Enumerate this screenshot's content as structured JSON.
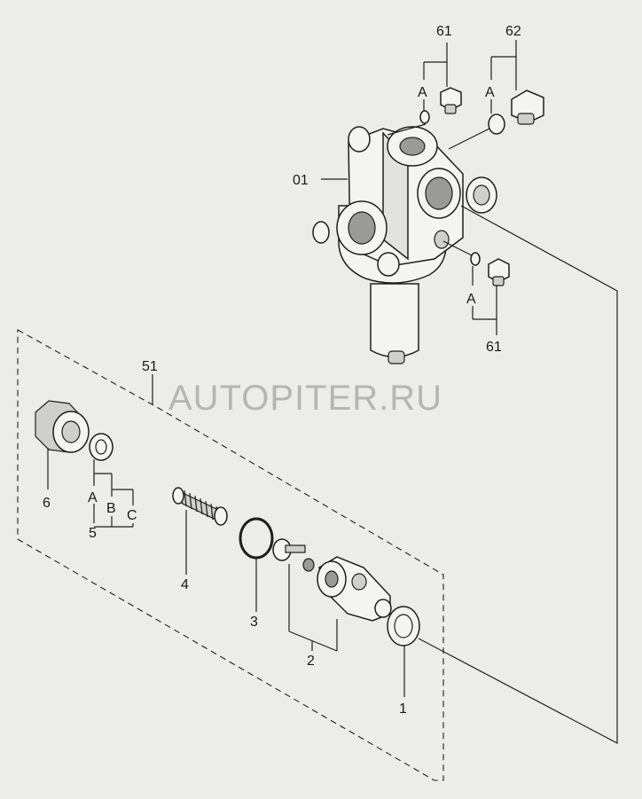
{
  "watermark": "AUTOPITER.RU",
  "callouts": {
    "p61_top": "61",
    "p62": "62",
    "p61_bottom": "61",
    "p01": "01",
    "p51": "51",
    "p6": "6",
    "p5": "5",
    "p4": "4",
    "p3": "3",
    "p2": "2",
    "p1": "1",
    "a_top_left": "A",
    "a_top_right": "A",
    "a_bottom": "A",
    "a_kit": "A",
    "b_kit": "B",
    "c_kit": "C"
  }
}
